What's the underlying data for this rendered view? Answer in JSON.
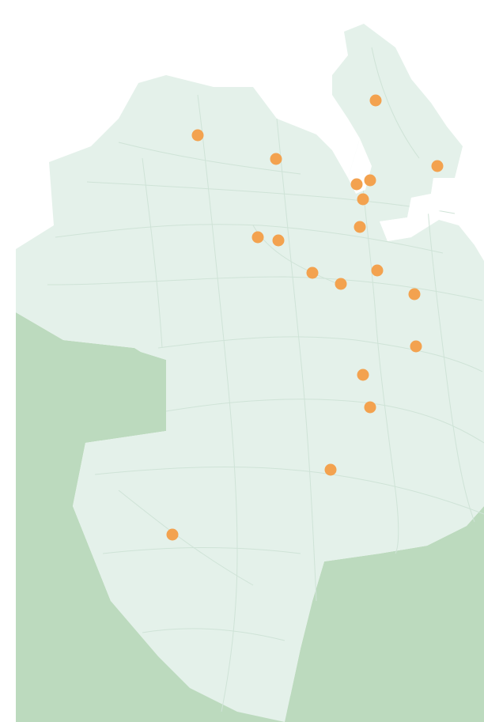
{
  "map": {
    "colors": {
      "background": "#ffffff",
      "surrounding_land": "#bcdabe",
      "city_area": "#e4f1ea",
      "street_lines": "#cfe3d7",
      "marker": "#f3a24f"
    },
    "markers": [
      {
        "id": "m1"
      },
      {
        "id": "m2"
      },
      {
        "id": "m3"
      },
      {
        "id": "m4"
      },
      {
        "id": "m5"
      },
      {
        "id": "m6"
      },
      {
        "id": "m7"
      },
      {
        "id": "m8"
      },
      {
        "id": "m9"
      },
      {
        "id": "m10"
      },
      {
        "id": "m11"
      },
      {
        "id": "m12"
      },
      {
        "id": "m13"
      },
      {
        "id": "m14"
      },
      {
        "id": "m15"
      },
      {
        "id": "m16"
      },
      {
        "id": "m17"
      },
      {
        "id": "m18"
      },
      {
        "id": "m19"
      },
      {
        "id": "m20"
      },
      {
        "id": "m21"
      }
    ]
  }
}
